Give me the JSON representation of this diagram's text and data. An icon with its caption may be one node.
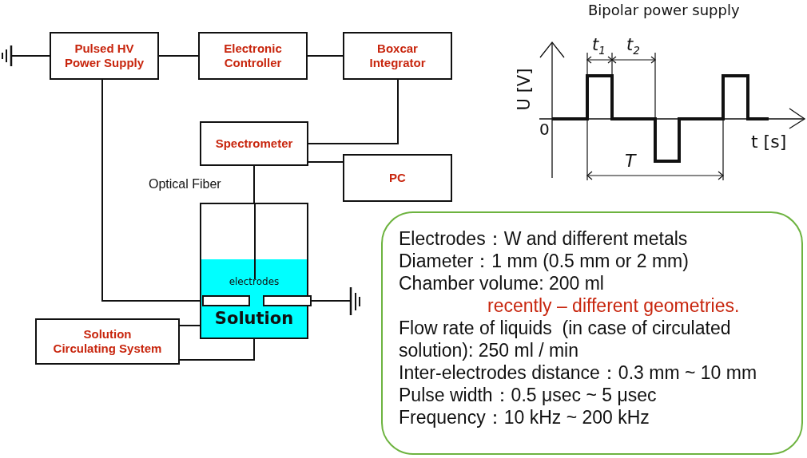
{
  "diagram": {
    "nodes": [
      {
        "text": [
          "Pulsed HV Power Supply"
        ]
      },
      {
        "text": [
          "Electronic Controller"
        ]
      },
      {
        "text": [
          "Boxcar Integrator"
        ]
      },
      {
        "text": [
          "Spectrometer"
        ]
      },
      {
        "text": [
          "PC"
        ]
      },
      {
        "text": [
          "Solution Circulating System"
        ]
      },
      {
        "text": [
          "electrodes",
          "Solution"
        ]
      },
      {
        "text": [],
        "shape": "bar",
        "in": 6
      },
      {
        "text": [],
        "shape": "bar",
        "in": 6
      },
      {
        "text": [],
        "shape": "ground"
      },
      {
        "text": [],
        "shape": "ground"
      },
      {
        "text": [
          "Electrodes：W and different metals",
          "Diameter：1 mm (0.5 mm or 2 mm)",
          "Chamber volume: 200 ml",
          "recently – different geometries.",
          "Flow rate of liquids  (in case of circulated solution): 250 ml / min",
          "Inter-electrodes distance：0.3 mm ~ 10 mm",
          "Pulse width：0.5 μsec ~ 5 μsec",
          "Frequency：10 kHz ~ 200 kHz"
        ]
      }
    ],
    "edges": [
      {
        "from": 9,
        "to": 0,
        "arrow": "none"
      },
      {
        "from": 0,
        "to": 1,
        "arrow": "none"
      },
      {
        "from": 1,
        "to": 2,
        "arrow": "none"
      },
      {
        "from": 2,
        "to": 3,
        "arrow": "none"
      },
      {
        "from": 3,
        "to": 4,
        "arrow": "none"
      },
      {
        "from": 3,
        "to": 6,
        "arrow": "none",
        "label": "Optical Fiber"
      },
      {
        "from": 0,
        "to": 7,
        "arrow": "none"
      },
      {
        "from": 8,
        "to": 10,
        "arrow": "none"
      },
      {
        "from": 5,
        "to": 6,
        "arrow": "none"
      },
      {
        "from": 5,
        "to": 6,
        "arrow": "none"
      }
    ],
    "labels": [
      "Bipolar power supply",
      "t$_{1}$",
      "t$_{2}$",
      "U [V]",
      "0",
      "t [s]",
      "T"
    ]
  }
}
